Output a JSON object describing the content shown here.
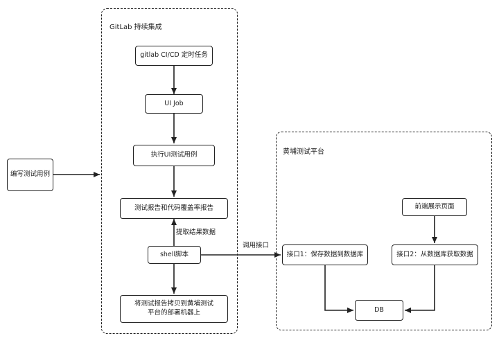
{
  "groups": {
    "gitlab": "GitLab 持续集成",
    "huangpu": "黄埔测试平台"
  },
  "nodes": {
    "write_cases": "编写测试用例",
    "gitlab_cron": "gitlab CI/CD 定时任务",
    "ui_job": "UI Job",
    "run_ui": "执行UI测试用例",
    "report": "测试报告和代码覆盖率报告",
    "shell": "shell脚本",
    "copy_report": "将测试报告拷贝到黄埔测试平台的部署机器上",
    "api1": "接口1：保存数据到数据库",
    "frontend": "前端展示页面",
    "api2": "接口2：从数据库获取数据",
    "db": "DB"
  },
  "edge_labels": {
    "extract": "提取结果数据",
    "call_api": "调用接口"
  }
}
